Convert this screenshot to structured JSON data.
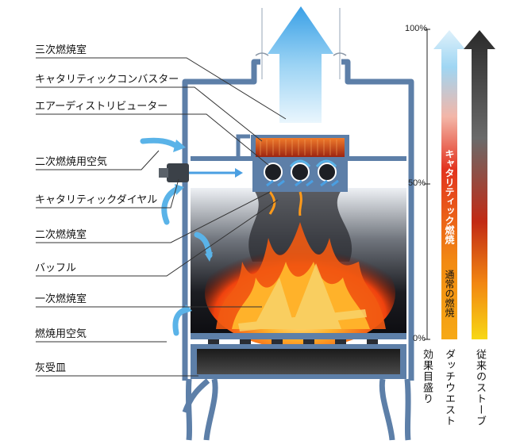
{
  "labels": {
    "tertiary_chamber": "三次燃焼室",
    "catalytic_combustor": "キャタリティックコンバスター",
    "air_distributor": "エアーディストリビューター",
    "secondary_air": "二次燃焼用空気",
    "catalytic_dial": "キャタリティックダイヤル",
    "secondary_chamber": "二次燃焼室",
    "baffle": "バッフル",
    "primary_chamber": "一次燃焼室",
    "combustion_air": "燃焼用空気",
    "ash_pan": "灰受皿"
  },
  "scale": {
    "tick_100": "100%",
    "tick_50": "50%",
    "tick_0": "0%",
    "caption": "効果目盛り"
  },
  "bars": {
    "dutchwest": {
      "caption": "ダッチウエスト",
      "inner_top": "キャタリティック燃焼",
      "inner_bottom": "通常の燃焼"
    },
    "conventional": {
      "caption": "従来のストーブ"
    }
  },
  "colors": {
    "stove_outline": "#5d7fa8",
    "air_arrow": "#5ab3e8",
    "fire": "#ff6a00",
    "catalyst": "#c8401a"
  }
}
